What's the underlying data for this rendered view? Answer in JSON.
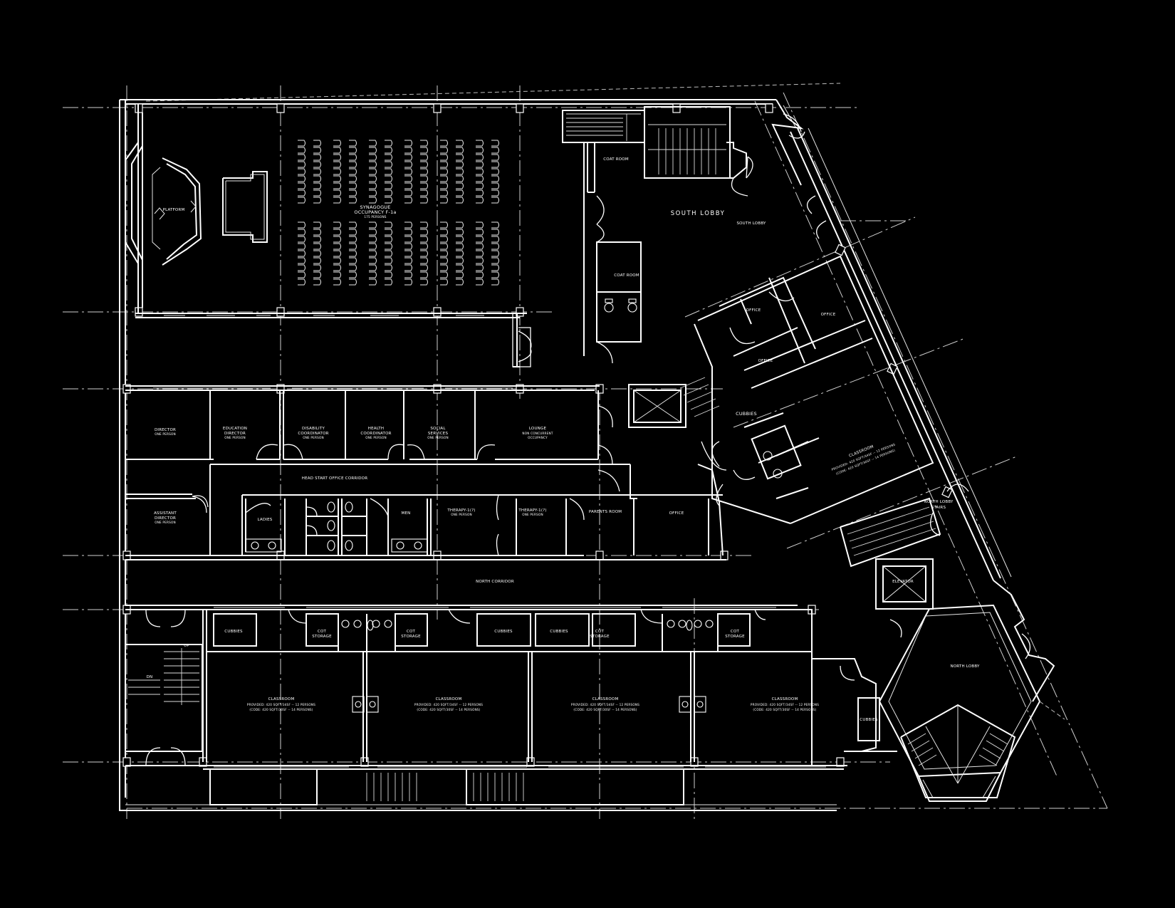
{
  "plan": {
    "rooms": {
      "platform": "PLATFORM",
      "synagogue_title": "SYNAGOGUE",
      "synagogue_occupancy": "OCCUPANCY F-1a",
      "synagogue_persons": "175 PERSONS",
      "coat_room_north": "COAT ROOM",
      "coat_room_south": "COAT ROOM",
      "south_lobby": "SOUTH LOBBY",
      "south_lobby_small": "SOUTH LOBBY",
      "office_1": "OFFICE",
      "office_2": "OFFICE",
      "office_3": "OFFICE",
      "office_4": "OFFICE",
      "cubbies_east": "CUBBIES",
      "classroom_east_title": "CLASSROOM",
      "classroom_east_line1": "PROVIDED: 420 SQFT/34SF -- 12 PERSONS",
      "classroom_east_line2": "(CODE: 420 SQFT/30SF -- 14 PERSONS)",
      "north_lobby_stairs": "NORTH LOBBY",
      "north_lobby_stairs_sub": "STAIRS",
      "elevator": "ELEVATOR",
      "north_lobby": "NORTH LOBBY",
      "director": "DIRECTOR",
      "director_sub": "ONE PERSON",
      "education_director_1": "EDUCATION",
      "education_director_2": "DIRECTOR",
      "education_director_sub": "ONE PERSON",
      "disability_coordinator_1": "DISABILITY",
      "disability_coordinator_2": "COORDINATOR",
      "disability_coordinator_sub": "ONE PERSON",
      "health_coordinator_1": "HEALTH",
      "health_coordinator_2": "COORDINATOR",
      "health_coordinator_sub": "ONE PERSON",
      "social_services_1": "SOCIAL",
      "social_services_2": "SERVICES",
      "social_services_sub": "ONE PERSON",
      "lounge": "LOUNGE",
      "lounge_sub1": "NON CONCURRENT",
      "lounge_sub2": "OCCUPANCY",
      "head_start_corridor": "HEAD  START  OFFICE  CORRIDOR",
      "assistant_director_1": "ASSISTANT",
      "assistant_director_2": "DIRECTOR",
      "assistant_director_sub": "ONE PERSON",
      "ladies": "LADIES",
      "men": "MEN",
      "therapy_1": "THERAPY-1(?)",
      "therapy_1_sub": "ONE PERSON",
      "therapy_2": "THERAPY-1(?)",
      "therapy_2_sub": "ONE PERSON",
      "parents_room": "PARENTS  ROOM",
      "north_corridor": "NORTH    CORRIDOR",
      "cubbies_1": "CUBBIES",
      "cubbies_2": "CUBBIES",
      "cubbies_3": "CUBBIES",
      "cubbies_4": "CUBBIES",
      "cot_storage_1a": "COT",
      "cot_storage_1b": "STORAGE",
      "cot_storage_2a": "COT",
      "cot_storage_2b": "STORAGE",
      "cot_storage_3a": "COT",
      "cot_storage_3b": "STORAGE",
      "cot_storage_4a": "COT",
      "cot_storage_4b": "STORAGE",
      "classroom_title": "CLASSROOM",
      "classroom_line1": "PROVIDED: 420 SQFT/34SF -- 12 PERSONS",
      "classroom_line2": "(CODE: 420 SQFT/30SF -- 14 PERSONS)",
      "stair_up": "UP",
      "stair_dn": "DN"
    }
  }
}
